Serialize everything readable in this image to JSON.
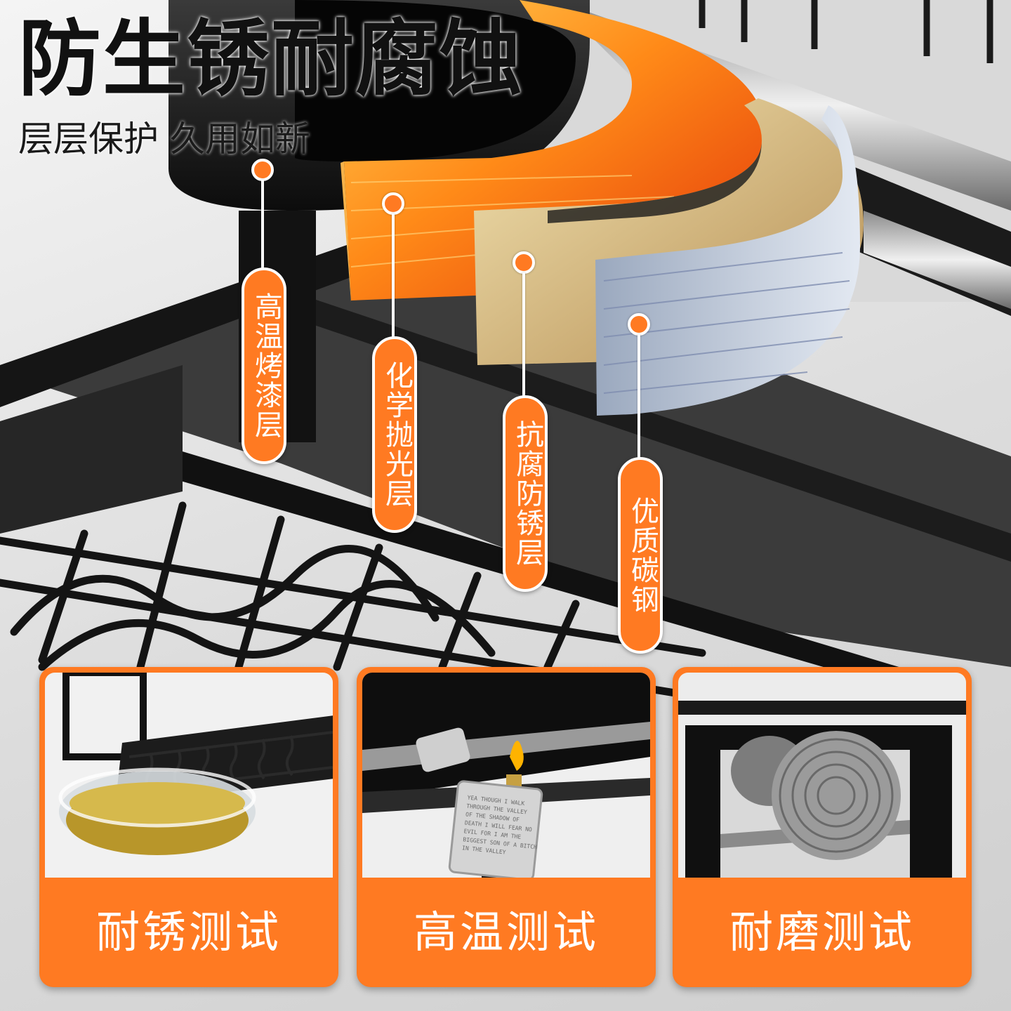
{
  "header": {
    "title": "防生锈耐腐蚀",
    "subtitle": "层层保护 久用如新"
  },
  "layers": [
    {
      "label": "高温烤漆层"
    },
    {
      "label": "化学抛光层"
    },
    {
      "label": "抗腐防锈层"
    },
    {
      "label": "优质碳钢"
    }
  ],
  "tests": [
    {
      "label": "耐锈测试"
    },
    {
      "label": "高温测试"
    },
    {
      "label": "耐磨测试"
    }
  ],
  "lighter_engraving": [
    "YEA THOUGH I WALK",
    "THROUGH THE VALLEY",
    "OF THE SHADOW OF",
    "DEATH I WILL FEAR NO",
    "EVIL FOR I AM THE",
    "BIGGEST SON OF A BITCH",
    "IN THE VALLEY"
  ],
  "colors": {
    "accent": "#ff7a22",
    "title_text": "#111111",
    "label_text": "#ffffff"
  }
}
